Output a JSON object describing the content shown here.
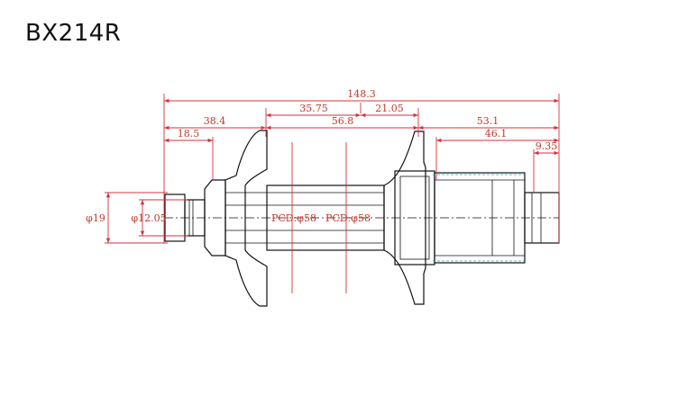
{
  "title": "BX214R",
  "dimensions": {
    "overall": "148.3",
    "d38_4": "38.4",
    "d35_75": "35.75",
    "d21_05": "21.05",
    "d56_8": "56.8",
    "d53_1": "53.1",
    "d18_5": "18.5",
    "d46_1": "46.1",
    "d9_35": "9.35",
    "dia19": "φ19",
    "dia12_05": "φ12.05",
    "pcd_left": "PCD:φ58",
    "pcd_right": "PCD:φ58"
  },
  "colors": {
    "dimension": "#d0343e",
    "outline": "#111111",
    "hidden": "#33aaaa"
  }
}
